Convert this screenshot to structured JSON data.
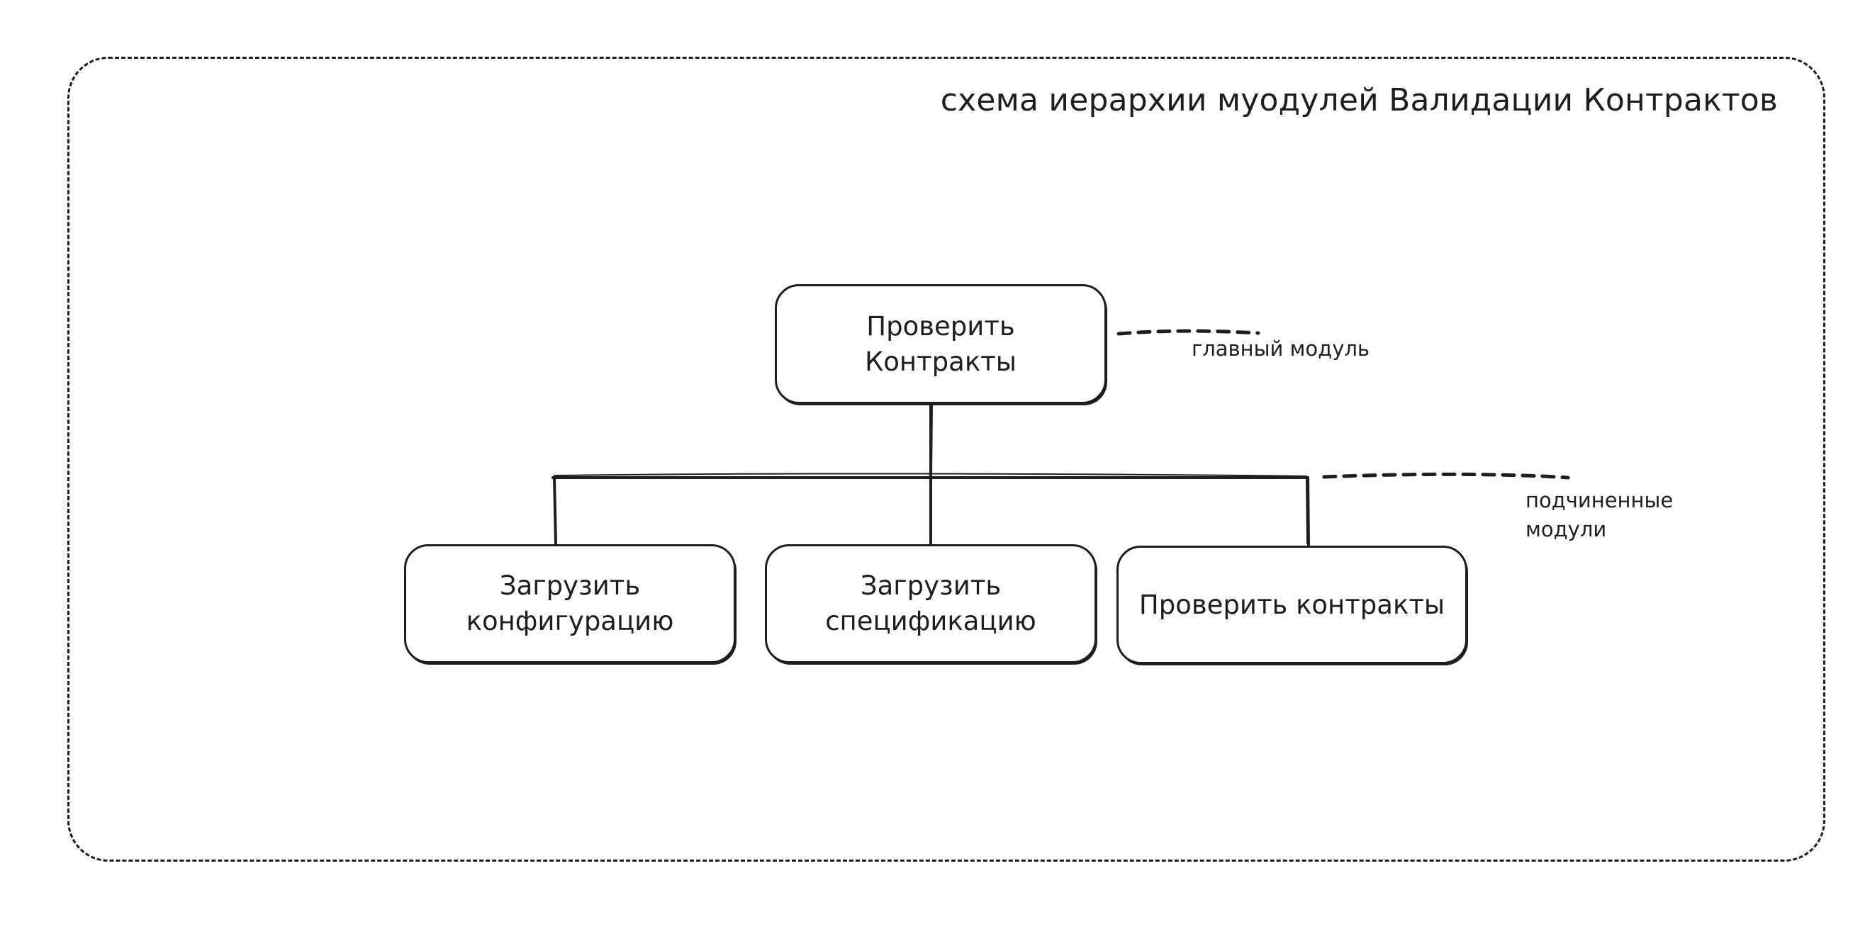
{
  "diagram": {
    "title": "схема иерархии муодулей Валидации Контрактов",
    "root": {
      "label": "Проверить Контракты"
    },
    "children": [
      {
        "label": "Загрузить\nконфигурацию"
      },
      {
        "label": "Загрузить\nспецификацию"
      },
      {
        "label": "Проверить контракты"
      }
    ],
    "annotations": {
      "main": "главный модуль",
      "sub": "подчиненные\nмодули"
    },
    "colors": {
      "stroke": "#1e1e1e",
      "background": "#ffffff"
    }
  }
}
